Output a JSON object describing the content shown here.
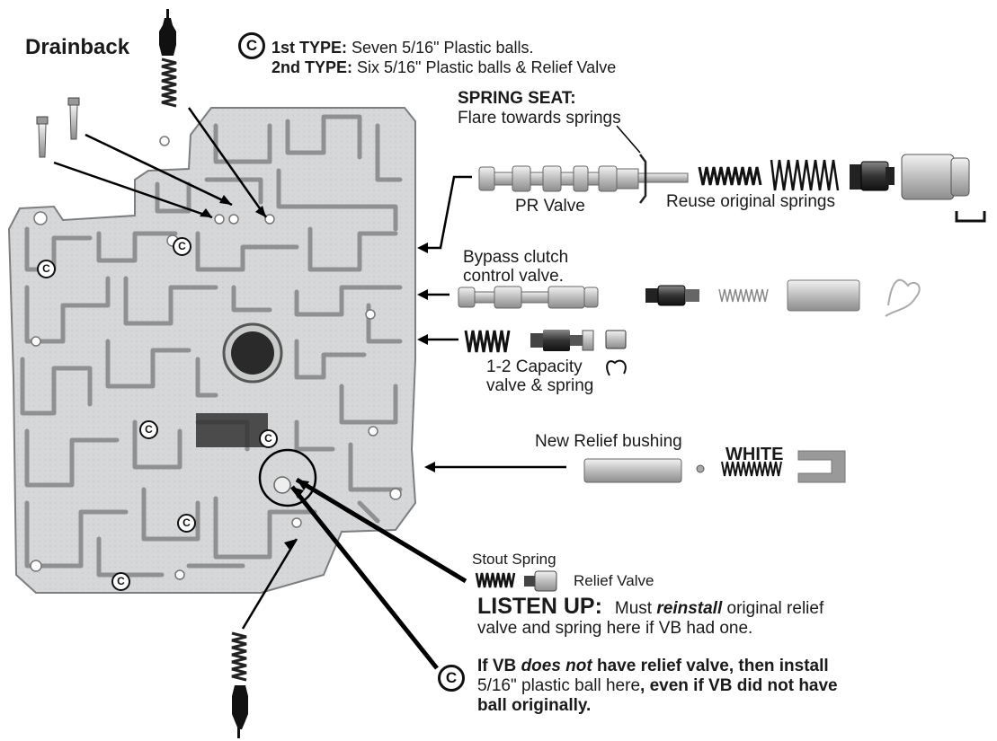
{
  "title": "Drainback",
  "checkball_symbol": "C",
  "checkball_note": {
    "line1_bold": "1st TYPE:",
    "line1_rest": " Seven 5/16\" Plastic balls.",
    "line2_bold": "2nd TYPE:",
    "line2_rest": " Six 5/16\" Plastic balls & Relief Valve"
  },
  "spring_seat": {
    "heading": "SPRING SEAT:",
    "note": "Flare towards springs"
  },
  "pr_valve": {
    "label": "PR Valve",
    "springs_note": "Reuse original springs"
  },
  "bypass_valve": {
    "label_line1": "Bypass clutch",
    "label_line2": "control valve."
  },
  "capacity_valve": {
    "label_line1": "1-2 Capacity",
    "label_line2": "valve & spring"
  },
  "relief_bushing": {
    "label": "New Relief bushing",
    "spring_color": "WHITE"
  },
  "stout_spring": {
    "spring_label": "Stout Spring",
    "valve_label": "Relief Valve"
  },
  "listen_up": {
    "heading": "LISTEN UP:",
    "text_a": "Must ",
    "text_em": "reinstall",
    "text_b": " original relief",
    "text_line2": "valve and spring here if VB had one."
  },
  "ball_note": {
    "part1": "If VB ",
    "part2": "does not",
    "part3": " have relief valve, then install",
    "line2_a": "5/16\" plastic ball here",
    "line2_b": ", even if VB did not have",
    "line3": "ball originally."
  },
  "colors": {
    "casting": "#d9dadb",
    "channel": "#9a9c9e",
    "ink": "#111111"
  }
}
